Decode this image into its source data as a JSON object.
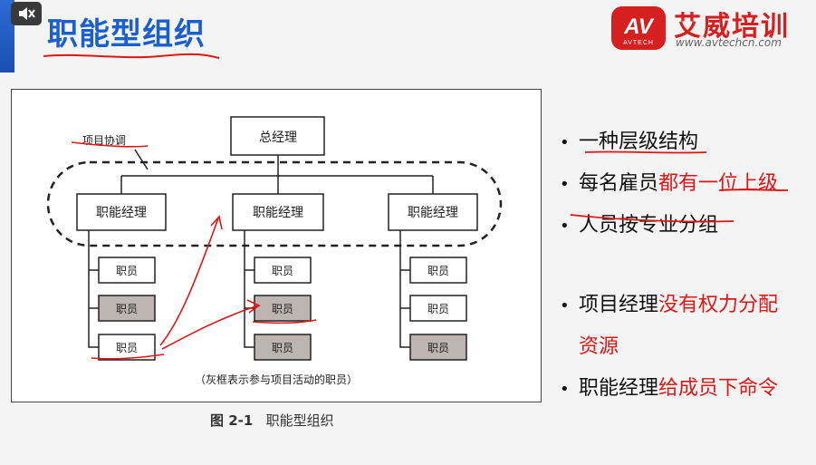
{
  "header": {
    "title": "职能型组织",
    "logo_mark_text": "AV",
    "logo_mark_sub": "AVTECH",
    "logo_name": "艾威培训",
    "logo_url": "www.avtechcn.com",
    "accent_blue": "#1a5fd0",
    "accent_red": "#d61f1f"
  },
  "diagram": {
    "top_box": "总经理",
    "coordination_label": "项目协调",
    "managers": [
      "职能经理",
      "职能经理",
      "职能经理"
    ],
    "staff_label": "职员",
    "note": "（灰框表示参与项目活动的职员）",
    "caption_num": "图 2-1",
    "caption_text": "职能型组织"
  },
  "bullets": [
    {
      "plain": "一种层级结构",
      "red": ""
    },
    {
      "plain": "每名雇员",
      "red": "都有一位上级"
    },
    {
      "plain": "人员按专业分组",
      "red": ""
    },
    {
      "plain": "项目经理",
      "red": "没有权力分配"
    },
    {
      "plain": "",
      "red": "资源"
    },
    {
      "plain": "职能经理",
      "red": "给成员下命令"
    }
  ]
}
